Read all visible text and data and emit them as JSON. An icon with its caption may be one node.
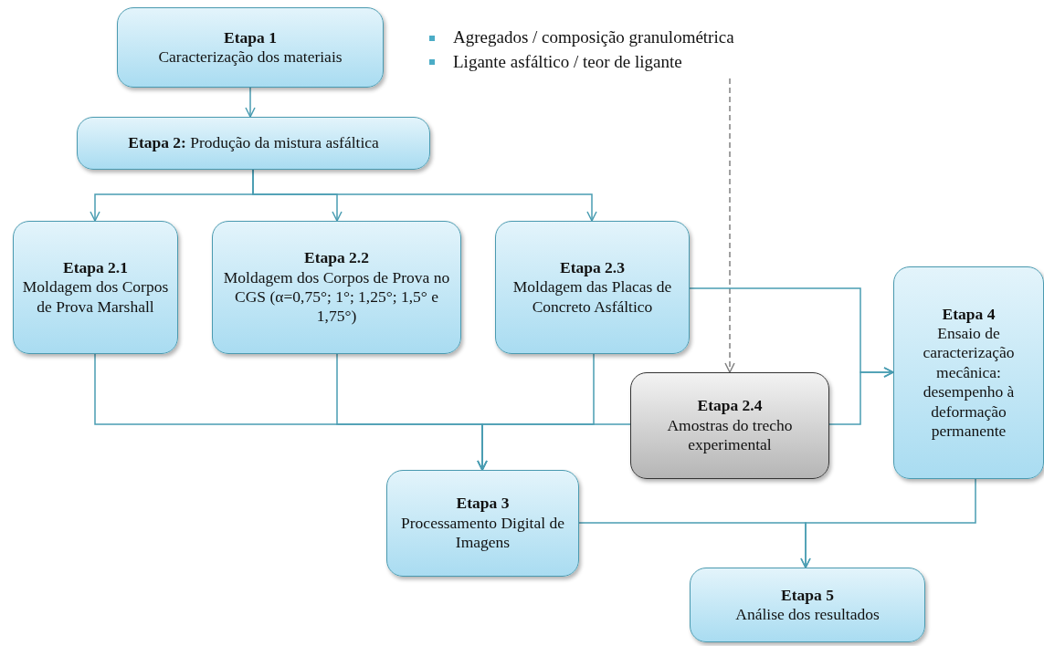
{
  "diagram": {
    "nodes": [
      {
        "text": [
          "Etapa 1",
          "Caracterização dos materiais"
        ]
      },
      {
        "text": [
          "Agregados / composição granulométrica",
          "Ligante asfáltico / teor de ligante"
        ]
      },
      {
        "text": [
          "**Etapa 2:** Produção da mistura asfáltica"
        ]
      },
      {
        "text": [
          "Etapa 2.1",
          "Moldagem dos Corpos de Prova Marshall"
        ]
      },
      {
        "text": [
          "Etapa 2.2",
          "Moldagem dos Corpos de Prova no CGS (α=0,75°; 1°; 1,25°; 1,5° e 1,75°)"
        ]
      },
      {
        "text": [
          "Etapa 2.3",
          "Moldagem das Placas de Concreto Asfáltico"
        ]
      },
      {
        "text": [
          "Etapa 4",
          "Ensaio de caracterização mecânica: desempenho à deformação permanente"
        ]
      },
      {
        "text": [
          "Etapa 2.4",
          "Amostras do trecho experimental"
        ]
      },
      {
        "text": [
          "Etapa 3",
          "Processamento Digital de Imagens"
        ]
      },
      {
        "text": [
          "Etapa 5",
          "Análise dos resultados"
        ]
      }
    ],
    "edges": [
      {
        "from": 0,
        "to": 2,
        "arrow": "to"
      },
      {
        "from": 2,
        "to": 3,
        "arrow": "to"
      },
      {
        "from": 2,
        "to": 4,
        "arrow": "to"
      },
      {
        "from": 2,
        "to": 5,
        "arrow": "to"
      },
      {
        "from": 1,
        "to": 7,
        "arrow": "to",
        "style": "dashed",
        "color": "#808080"
      },
      {
        "from": 3,
        "to": 8,
        "arrow": "to"
      },
      {
        "from": 4,
        "to": 8,
        "arrow": "to"
      },
      {
        "from": 5,
        "to": 8,
        "arrow": "to"
      },
      {
        "from": 7,
        "to": 8,
        "arrow": "to"
      },
      {
        "from": 5,
        "to": 6,
        "arrow": "to"
      },
      {
        "from": 7,
        "to": 6,
        "arrow": "to"
      },
      {
        "from": 8,
        "to": 9,
        "arrow": "to"
      },
      {
        "from": 6,
        "to": 9,
        "arrow": "to"
      }
    ]
  }
}
